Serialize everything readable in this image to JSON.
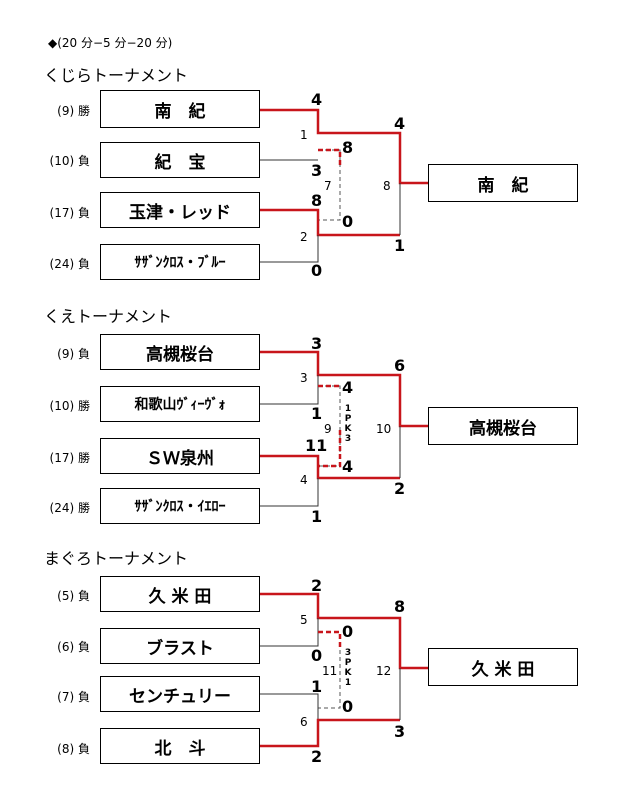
{
  "note": "◆(20 分−5 分−20 分)",
  "sections": [
    {
      "title": "くじらトーナメント",
      "teams": [
        {
          "seed": "(9) 勝",
          "name": "南　紀"
        },
        {
          "seed": "(10) 負",
          "name": "紀　宝"
        },
        {
          "seed": "(17) 負",
          "name": "玉津・レッド"
        },
        {
          "seed": "(24) 負",
          "name": "ｻｻﾞﾝｸﾛｽ・ﾌﾞﾙｰ"
        }
      ],
      "winner": "南　紀",
      "scores": {
        "m1_top": "4",
        "m1_bot": "3",
        "m2_top": "8",
        "m2_bot": "0",
        "m7_top": "8",
        "m7_bot": "0",
        "final_top": "4",
        "final_bot": "1"
      },
      "match_numbers": {
        "m1": "1",
        "m2": "2",
        "m3": "7",
        "m4": "8"
      },
      "pk": ""
    },
    {
      "title": "くえトーナメント",
      "teams": [
        {
          "seed": "(9) 負",
          "name": "高槻桜台"
        },
        {
          "seed": "(10) 勝",
          "name": "和歌山ｳﾞｨｰｳﾞｫ"
        },
        {
          "seed": "(17) 勝",
          "name": "ＳＷ泉州"
        },
        {
          "seed": "(24) 勝",
          "name": "ｻｻﾞﾝｸﾛｽ・ｲｴﾛｰ"
        }
      ],
      "winner": "高槻桜台",
      "scores": {
        "m1_top": "3",
        "m1_bot": "1",
        "m2_top": "11",
        "m2_bot": "1",
        "m7_top": "4",
        "m7_bot": "4",
        "final_top": "6",
        "final_bot": "2"
      },
      "match_numbers": {
        "m1": "3",
        "m2": "4",
        "m3": "9",
        "m4": "10"
      },
      "pk": [
        "1",
        "P",
        "K",
        "3"
      ]
    },
    {
      "title": "まぐろトーナメント",
      "teams": [
        {
          "seed": "(5) 負",
          "name": "久 米 田"
        },
        {
          "seed": "(6) 負",
          "name": "ブラスト"
        },
        {
          "seed": "(7) 負",
          "name": "センチュリー"
        },
        {
          "seed": "(8) 負",
          "name": "北　斗"
        }
      ],
      "winner": "久 米 田",
      "scores": {
        "m1_top": "2",
        "m1_bot": "0",
        "m2_top": "1",
        "m2_bot": "2",
        "m7_top": "0",
        "m7_bot": "0",
        "final_top": "8",
        "final_bot": "3"
      },
      "match_numbers": {
        "m1": "5",
        "m2": "6",
        "m3": "11",
        "m4": "12"
      },
      "pk": [
        "3",
        "P",
        "K",
        "1"
      ]
    }
  ]
}
